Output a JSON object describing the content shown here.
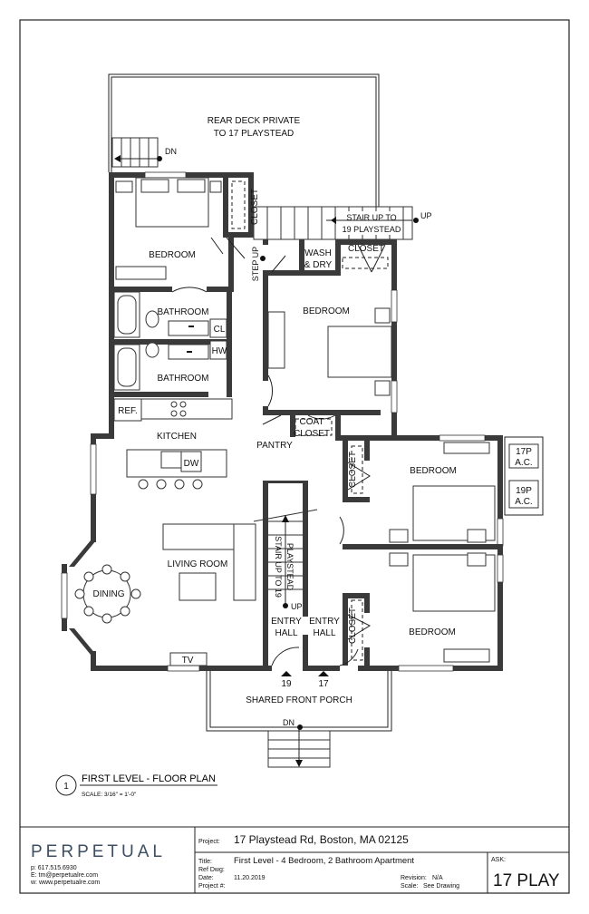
{
  "rooms": {
    "rear_deck_line1": "REAR DECK PRIVATE",
    "rear_deck_line2": "TO 17 PLAYSTEAD",
    "dn_rear": "DN",
    "closet_1": "CLOSET",
    "stair_up_line1": "STAIR UP TO",
    "stair_up_line2": "19 PLAYSTEAD",
    "up_rear": "UP",
    "wash_line1": "WASH",
    "wash_line2": "& DRY",
    "closet_2": "CLOSET",
    "step_up": "STEP UP",
    "bedroom_1": "BEDROOM",
    "bedroom_2": "BEDROOM",
    "bathroom_1": "BATHROOM",
    "cl": "CL",
    "hw": "HW",
    "bathroom_2": "BATHROOM",
    "ref": "REF.",
    "kitchen": "KITCHEN",
    "dw": "DW",
    "coat_line1": "COAT",
    "coat_line2": "CLOSET",
    "pantry": "PANTRY",
    "closet_3": "CLOSET",
    "bedroom_3": "BEDROOM",
    "ac_17_line1": "17P",
    "ac_17_line2": "A.C.",
    "ac_19_line1": "19P",
    "ac_19_line2": "A.C.",
    "living_room": "LIVING ROOM",
    "dining": "DINING",
    "stair_19_line1": "STAIR UP TO 19",
    "stair_19_line2": "PLAYSTEAD",
    "up_front": "UP",
    "entry_hall_a_line1": "ENTRY",
    "entry_hall_a_line2": "HALL",
    "entry_hall_b_line1": "ENTRY",
    "entry_hall_b_line2": "HALL",
    "closet_4": "CLOSET",
    "bedroom_4": "BEDROOM",
    "tv": "TV",
    "door_19": "19",
    "door_17": "17",
    "porch": "SHARED FRONT PORCH",
    "dn_porch": "DN"
  },
  "drawing": {
    "number": "1",
    "title": "FIRST LEVEL - FLOOR PLAN",
    "scale": "SCALE:  3/16\" = 1'-0\""
  },
  "title_block": {
    "logo": "PERPETUAL",
    "phone": "p: 617.515.6930",
    "email": "E: tm@perpetualre.com",
    "web": "w: www.perpetualre.com",
    "project_label": "Project:",
    "project_value": "17 Playstead Rd, Boston, MA 02125",
    "title_label": "Title:",
    "title_value": "First Level - 4 Bedroom, 2 Bathroom Apartment",
    "ref_label": "Ref Dwg:",
    "date_label": "Date:",
    "date_value": "11.20.2019",
    "project_num_label": "Project #:",
    "revision_label": "Revision:",
    "revision_value": "N/A",
    "scale_label": "Scale:",
    "scale_value": "See Drawing",
    "ask_label": "ASK:",
    "ask_value": "17 PLAY"
  }
}
